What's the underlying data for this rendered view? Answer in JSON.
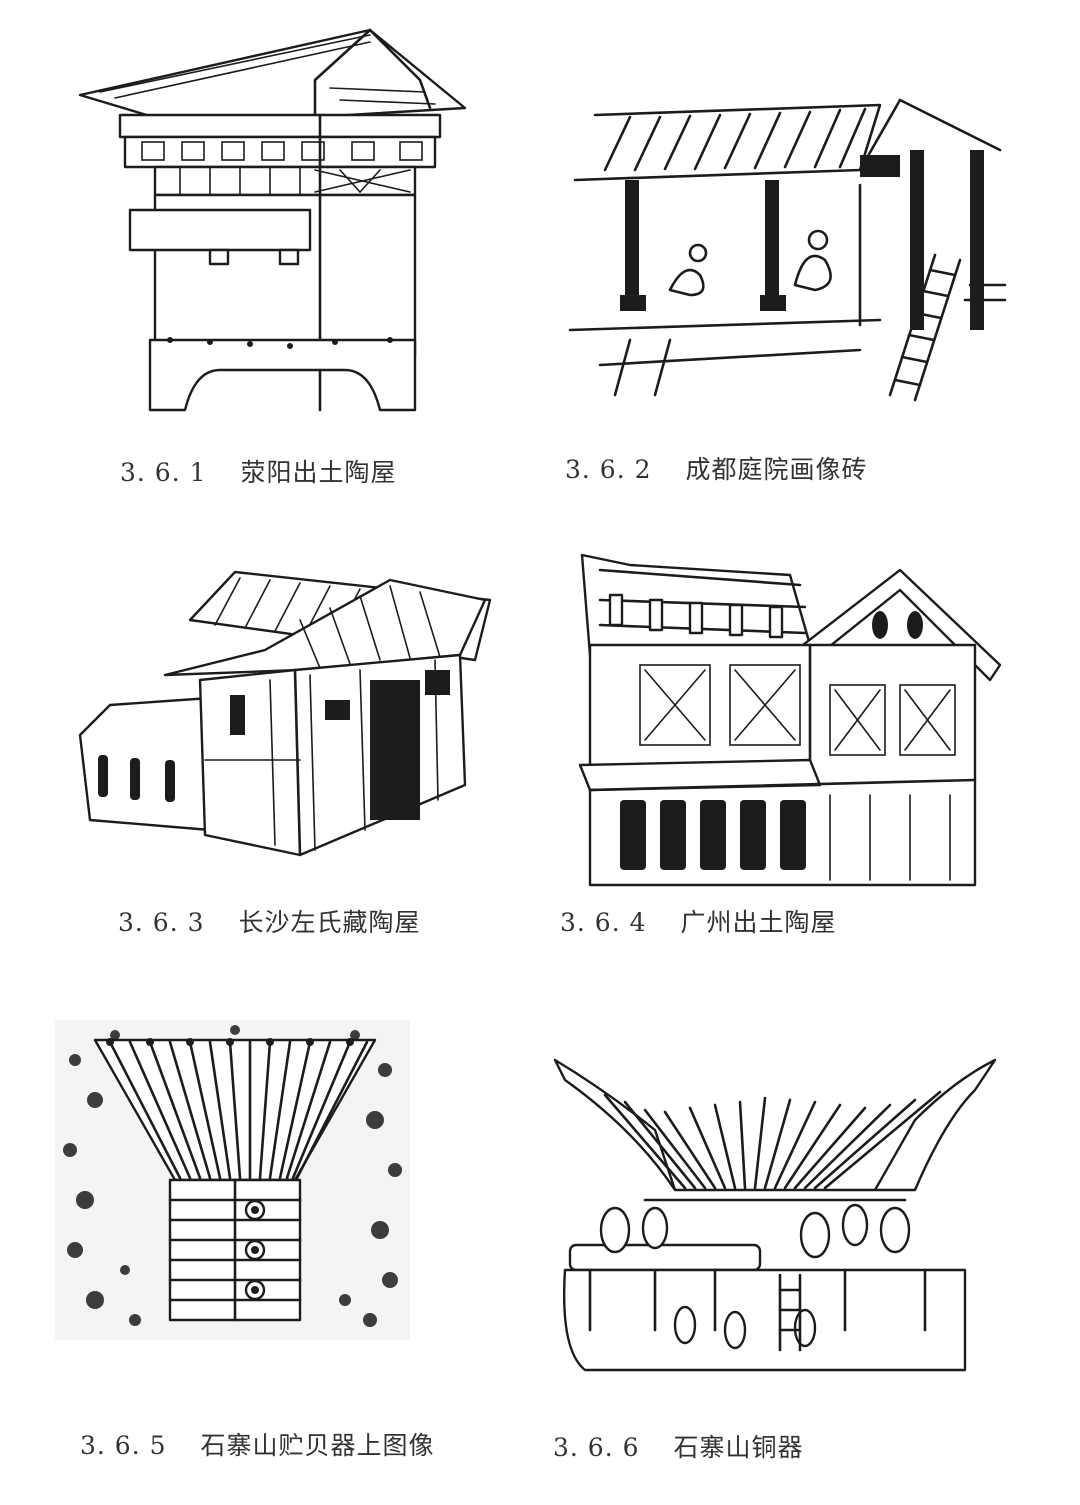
{
  "figures": [
    {
      "number": "3. 6. 1",
      "title": "荥阳出土陶屋",
      "drawing": "pottery-house-xingyang"
    },
    {
      "number": "3. 6. 2",
      "title": "成都庭院画像砖",
      "drawing": "courtyard-brick-relief-chengdu"
    },
    {
      "number": "3. 6. 3",
      "title": "长沙左氏藏陶屋",
      "drawing": "pottery-house-changsha"
    },
    {
      "number": "3. 6. 4",
      "title": "广州出土陶屋",
      "drawing": "pottery-house-guangzhou"
    },
    {
      "number": "3. 6. 5",
      "title": "石寨山贮贝器上图像",
      "drawing": "image-on-cowrie-container-shizhaishan"
    },
    {
      "number": "3. 6. 6",
      "title": "石寨山铜器",
      "drawing": "bronze-house-model-shizhaishan"
    }
  ]
}
